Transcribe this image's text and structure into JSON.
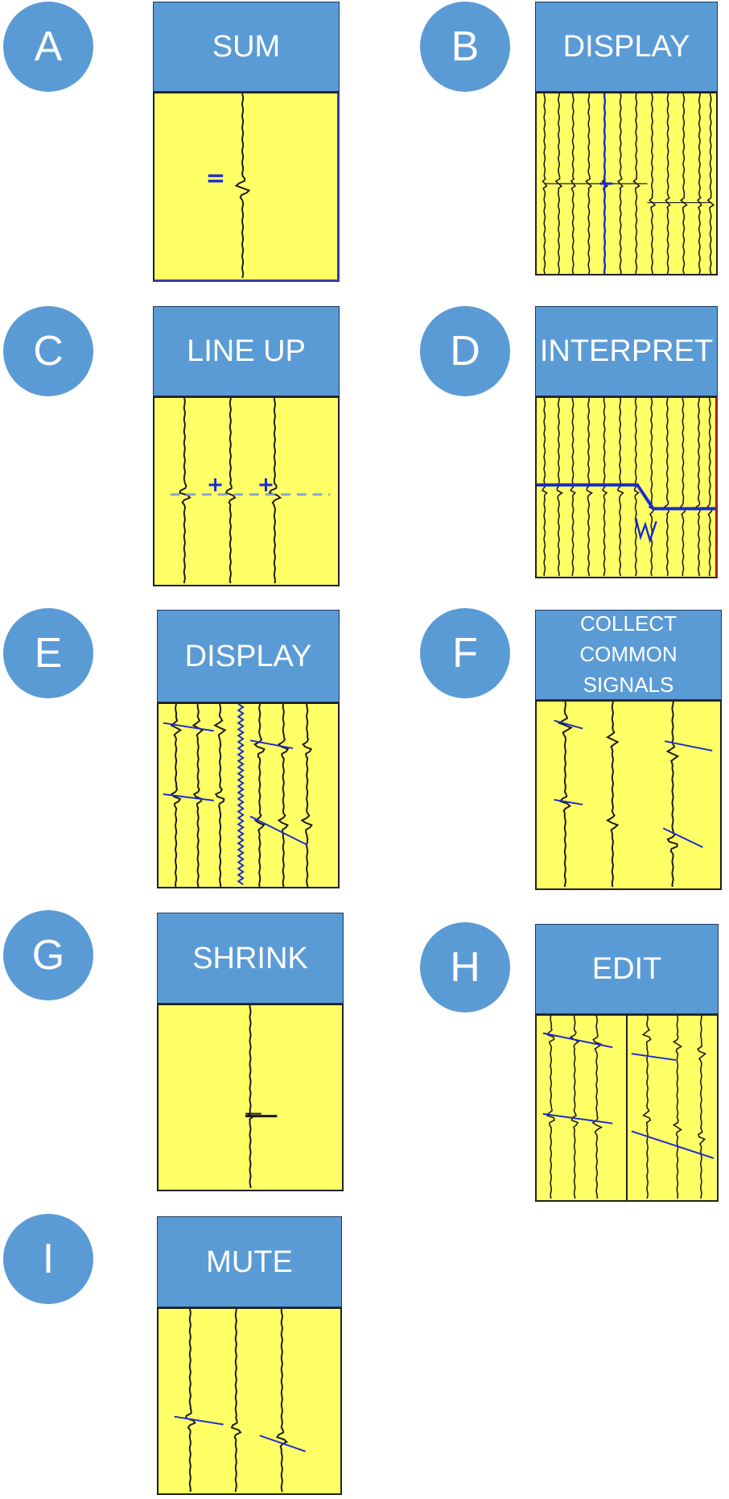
{
  "colors": {
    "accent": "#5b9bd5",
    "panel_fill": "#ffff66",
    "trace": "#1a1a1a",
    "marker": "#1a2bd0",
    "dashed_line": "#8a9fd1"
  },
  "steps": [
    {
      "id": "a",
      "letter": "A",
      "title": "SUM",
      "panel_annotation": "="
    },
    {
      "id": "b",
      "letter": "B",
      "title": "DISPLAY"
    },
    {
      "id": "c",
      "letter": "C",
      "title": "LINE UP",
      "panel_annotation": "+"
    },
    {
      "id": "d",
      "letter": "D",
      "title": "INTERPRET"
    },
    {
      "id": "e",
      "letter": "E",
      "title": "DISPLAY"
    },
    {
      "id": "f",
      "letter": "F",
      "title_lines": [
        "COLLECT",
        "COMMON",
        "SIGNALS"
      ]
    },
    {
      "id": "g",
      "letter": "G",
      "title": "SHRINK"
    },
    {
      "id": "h",
      "letter": "H",
      "title": "EDIT"
    },
    {
      "id": "i",
      "letter": "I",
      "title": "MUTE"
    }
  ]
}
